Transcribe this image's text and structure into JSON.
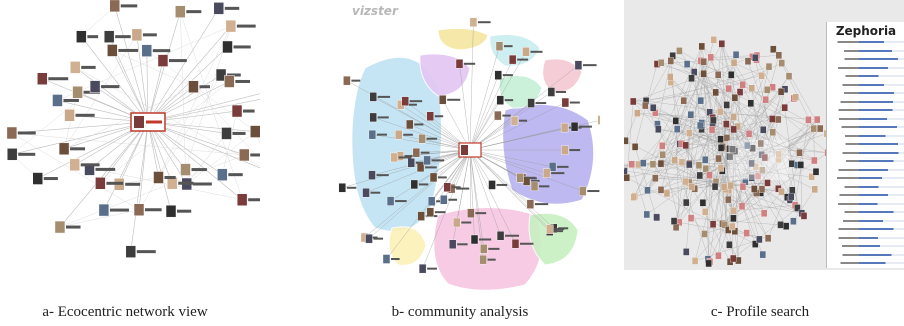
{
  "captions": {
    "a": "a- Ecocentric network view",
    "b": "b- community analysis",
    "c": "c- Profile search"
  },
  "panel_b": {
    "logo": "vizster"
  },
  "panel_c": {
    "profile_name": "Zephoria"
  },
  "colors": {
    "focus_node": "#c0392b",
    "edge": "#bdbdbd",
    "community_blue": "#bfe3f5",
    "community_pink": "#f7c6e0",
    "community_purple": "#b9b2f0",
    "community_green": "#c8f0c2",
    "community_yellow": "#fbf1b8",
    "profile_field_bg": "#e6ebf4"
  }
}
